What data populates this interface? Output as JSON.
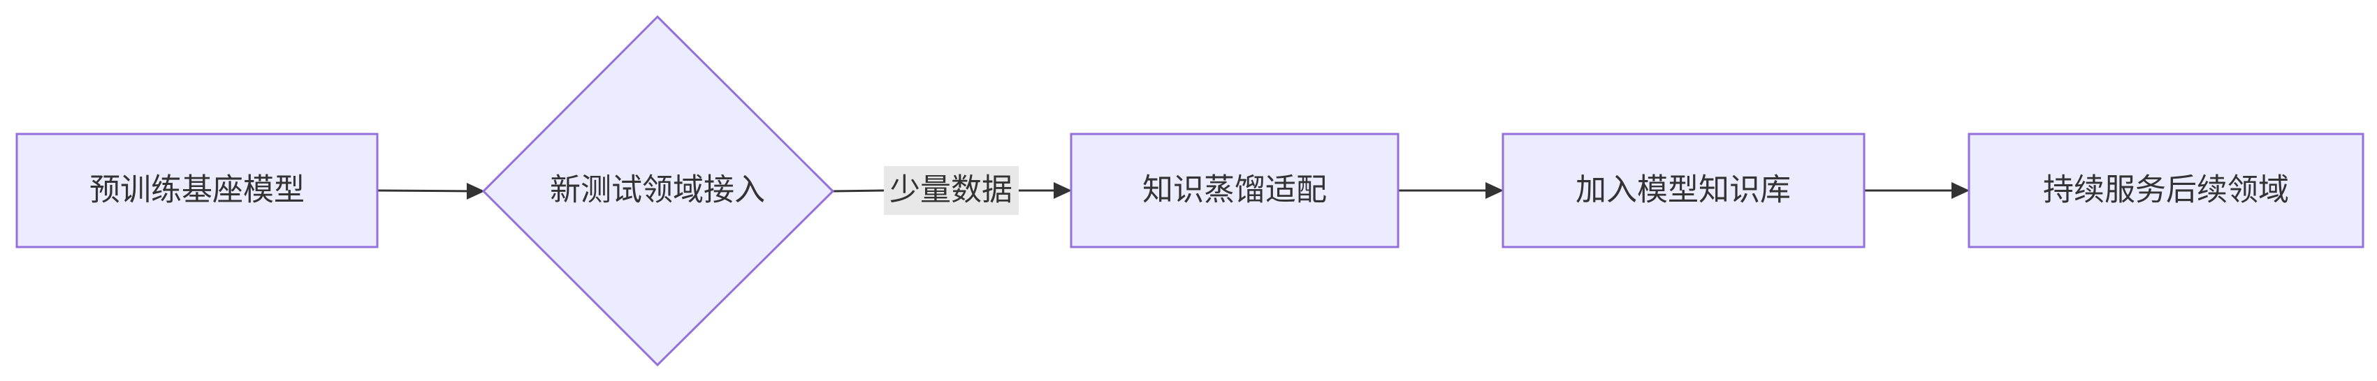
{
  "diagram": {
    "type": "flowchart",
    "direction": "left-to-right",
    "nodes": {
      "pretrained": {
        "label": "预训练基座模型",
        "shape": "rectangle"
      },
      "new_domain": {
        "label": "新测试领域接入",
        "shape": "diamond"
      },
      "distill": {
        "label": "知识蒸馏适配",
        "shape": "rectangle"
      },
      "add_kb": {
        "label": "加入模型知识库",
        "shape": "rectangle"
      },
      "serve": {
        "label": "持续服务后续领域",
        "shape": "rectangle"
      }
    },
    "edges": {
      "e1": {
        "from": "pretrained",
        "to": "new_domain",
        "label": ""
      },
      "e2": {
        "from": "new_domain",
        "to": "distill",
        "label": "少量数据"
      },
      "e3": {
        "from": "distill",
        "to": "add_kb",
        "label": ""
      },
      "e4": {
        "from": "add_kb",
        "to": "serve",
        "label": ""
      }
    },
    "colors": {
      "node_fill": "#ececff",
      "node_stroke": "#9370db",
      "edge": "#333333",
      "edge_label_bg": "#e8e8e8",
      "text": "#333333"
    }
  }
}
